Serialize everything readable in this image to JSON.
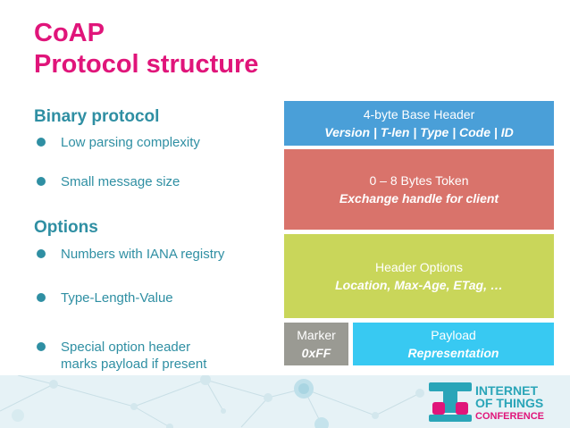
{
  "title": {
    "line1": "CoAP",
    "line2": "Protocol structure"
  },
  "left": {
    "binary": {
      "heading": "Binary protocol",
      "bullets": [
        "Low parsing complexity",
        "Small message size"
      ]
    },
    "options": {
      "heading": "Options",
      "bullets": [
        "Numbers with IANA registry",
        "Type-Length-Value",
        "Special option header marks payload if present"
      ]
    }
  },
  "diagram": {
    "header": {
      "label": "4-byte Base Header",
      "detail": "Version | T-len | Type | Code | ID",
      "color": "#4a9fd8"
    },
    "token": {
      "label": "0 – 8 Bytes Token",
      "detail": "Exchange handle for client",
      "color": "#d9736b"
    },
    "options": {
      "label": "Header Options",
      "detail": "Location, Max-Age, ETag, …",
      "color": "#c9d65a"
    },
    "marker": {
      "label": "Marker",
      "detail": "0xFF",
      "color": "#9a9a93"
    },
    "payload": {
      "label": "Payload",
      "detail": "Representation",
      "color": "#38c9f2"
    }
  },
  "logo": {
    "line1": "INTERNET",
    "line2": "OF THINGS",
    "line3": "CONFERENCE",
    "colors": {
      "teal": "#2aa5b8",
      "magenta": "#e0157a"
    }
  },
  "colors": {
    "title": "#e0157a",
    "text": "#2f8fa3"
  }
}
